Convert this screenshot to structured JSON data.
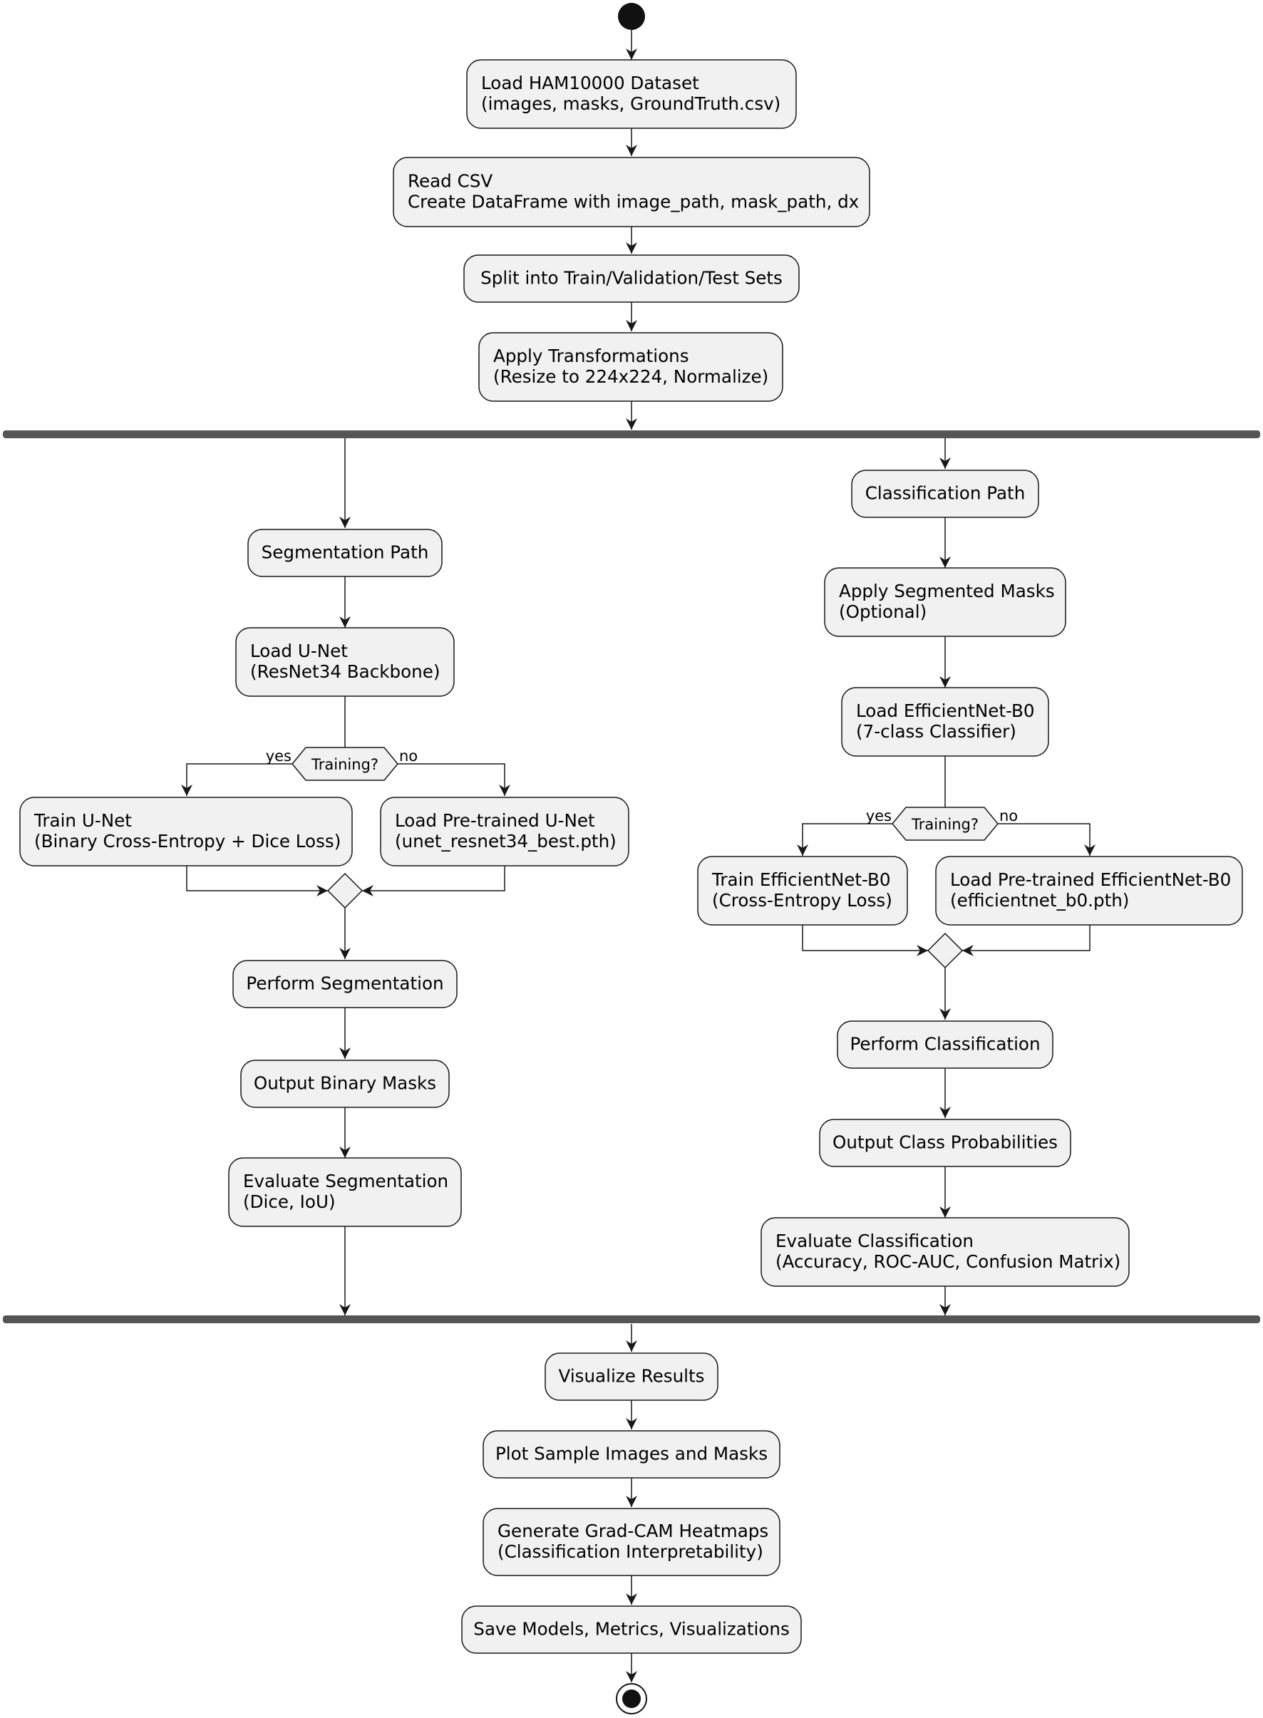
{
  "nodes": {
    "load_dataset": [
      "Load HAM10000 Dataset",
      "(images, masks, GroundTruth.csv)"
    ],
    "read_csv": [
      "Read CSV",
      "Create DataFrame with image_path, mask_path, dx"
    ],
    "split": [
      "Split into Train/Validation/Test Sets"
    ],
    "transform": [
      "Apply Transformations",
      "(Resize to 224x224, Normalize)"
    ],
    "seg_path": [
      "Segmentation Path"
    ],
    "load_unet": [
      "Load U-Net",
      "(ResNet34 Backbone)"
    ],
    "train_unet": [
      "Train U-Net",
      "(Binary Cross-Entropy + Dice Loss)"
    ],
    "load_pre_unet": [
      "Load Pre-trained U-Net",
      "(unet_resnet34_best.pth)"
    ],
    "perform_seg": [
      "Perform Segmentation"
    ],
    "output_masks": [
      "Output Binary Masks"
    ],
    "eval_seg": [
      "Evaluate Segmentation",
      "(Dice, IoU)"
    ],
    "cls_path": [
      "Classification Path"
    ],
    "apply_masks": [
      "Apply Segmented Masks",
      "(Optional)"
    ],
    "load_effnet": [
      "Load EfficientNet-B0",
      "(7-class Classifier)"
    ],
    "train_effnet": [
      "Train EfficientNet-B0",
      "(Cross-Entropy Loss)"
    ],
    "load_pre_effnet": [
      "Load Pre-trained EfficientNet-B0",
      "(efficientnet_b0.pth)"
    ],
    "perform_cls": [
      "Perform Classification"
    ],
    "output_probs": [
      "Output Class Probabilities"
    ],
    "eval_cls": [
      "Evaluate Classification",
      "(Accuracy, ROC-AUC, Confusion Matrix)"
    ],
    "visualize": [
      "Visualize Results"
    ],
    "plot_samples": [
      "Plot Sample Images and Masks"
    ],
    "gradcam": [
      "Generate Grad-CAM Heatmaps",
      "(Classification Interpretability)"
    ],
    "save": [
      "Save Models, Metrics, Visualizations"
    ]
  },
  "decisions": {
    "seg_training": "Training?",
    "cls_training": "Training?"
  },
  "branch_labels": {
    "yes": "yes",
    "no": "no"
  }
}
